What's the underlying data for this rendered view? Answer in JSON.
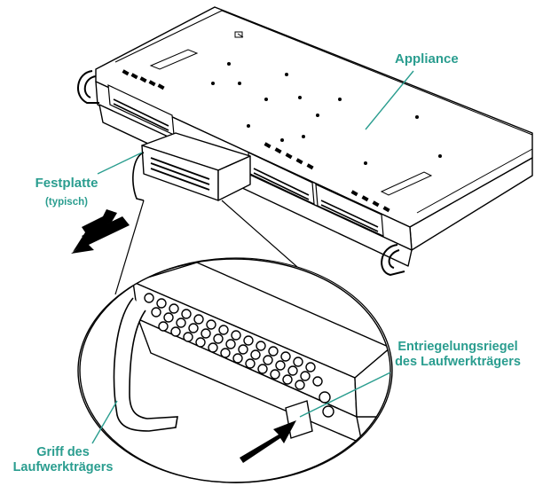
{
  "labels": {
    "appliance": "Appliance",
    "festplatte": "Festplatte",
    "festplatte_note": "(typisch)",
    "riegel_line1": "Entriegelungsriegel",
    "riegel_line2": "des Laufwerkträgers",
    "griff_line1": "Griff des",
    "griff_line2": "Laufwerkträgers"
  },
  "colors": {
    "label": "#2a9d8f",
    "line": "#000000",
    "leader": "#2a9d8f"
  }
}
